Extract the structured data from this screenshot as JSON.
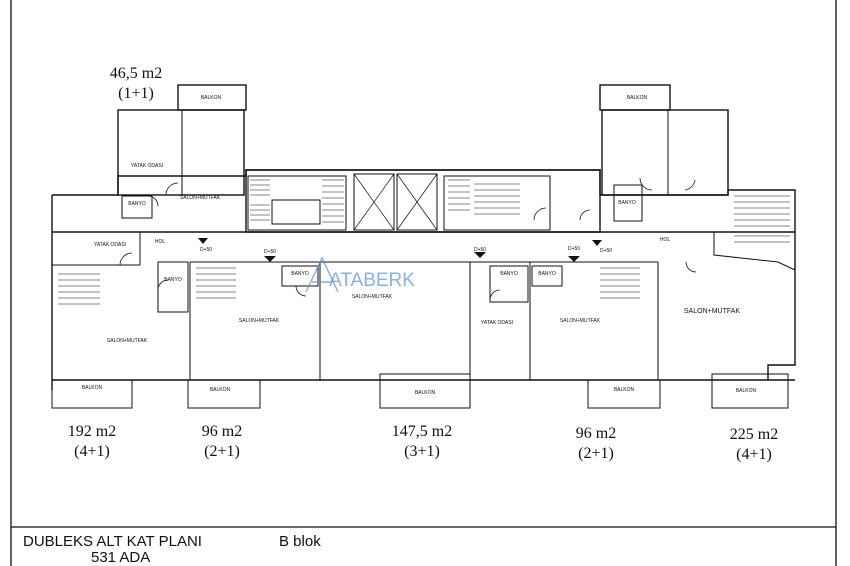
{
  "page": {
    "frame_color": "#111111",
    "wall_color": "#111111",
    "watermark_color": "#5b8fd8"
  },
  "unit_labels": [
    {
      "id": "unit-1",
      "area": "46,5 m2",
      "type": "(1+1)"
    },
    {
      "id": "unit-2",
      "area": "192 m2",
      "type": "(4+1)"
    },
    {
      "id": "unit-3",
      "area": "96 m2",
      "type": "(2+1)"
    },
    {
      "id": "unit-4",
      "area": "147,5 m2",
      "type": "(3+1)"
    },
    {
      "id": "unit-5",
      "area": "96 m2",
      "type": "(2+1)"
    },
    {
      "id": "unit-6",
      "area": "225 m2",
      "type": "(4+1)"
    }
  ],
  "rooms": {
    "balkon": "BALKON",
    "yatak_odasi": "YATAK ODASI",
    "banyo": "BANYO",
    "salon_mutfak": "SALON+MUTFAK",
    "hol": "HOL",
    "d": "D+50"
  },
  "watermark": "ATABERK",
  "title_block": {
    "plan_title": "DUBLEKS ALT KAT PLANI",
    "block": "B blok",
    "parcel": "531 ADA"
  }
}
